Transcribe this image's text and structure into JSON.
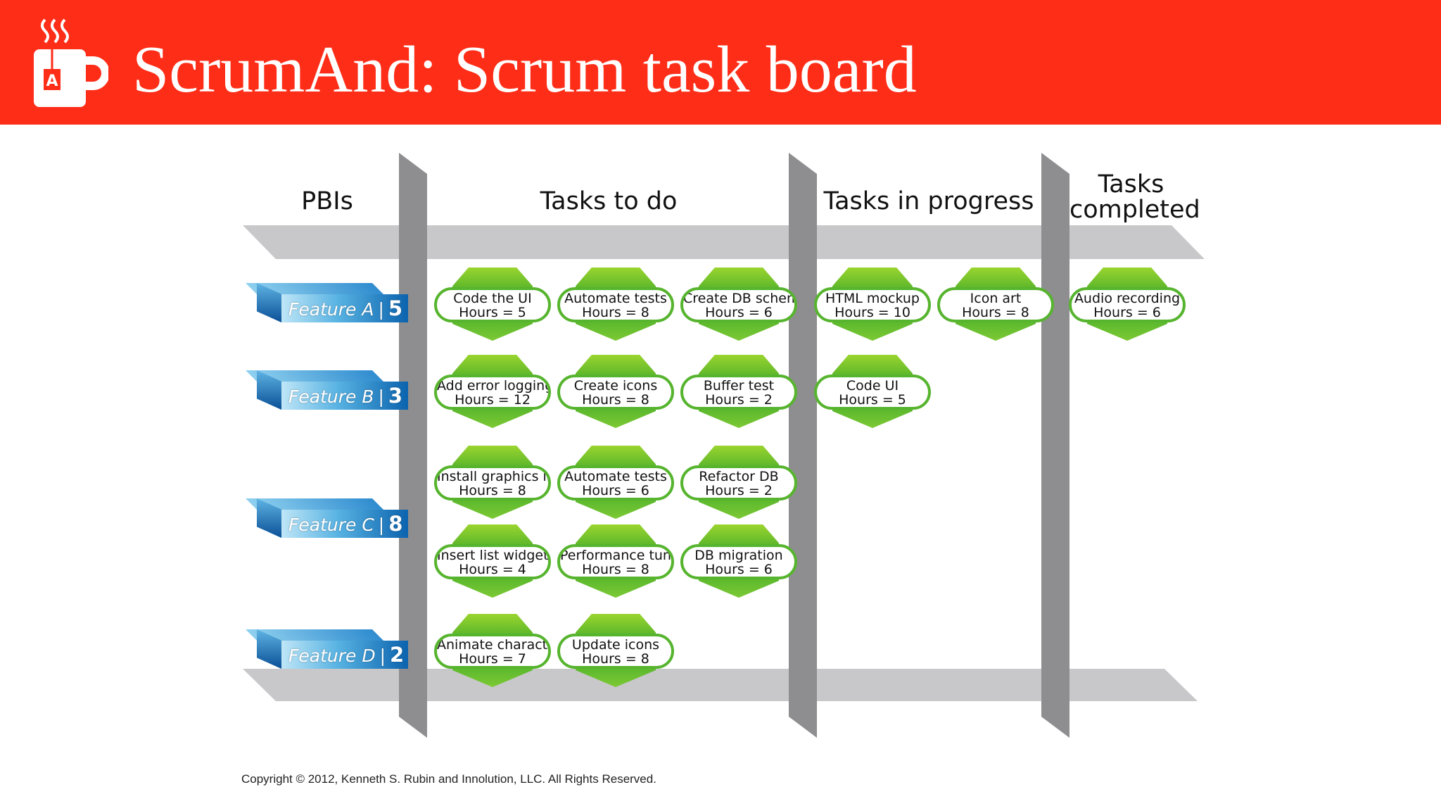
{
  "title": "ScrumAnd: Scrum task board",
  "colors": {
    "header": "#fe2d18",
    "rail": "#c8c8ca",
    "post": "#a4a4a6",
    "task_green": "#56b42e",
    "pbi_blue": "#1a7fc7"
  },
  "columns": [
    "PBIs",
    "Tasks to do",
    "Tasks in progress",
    "Tasks completed"
  ],
  "pbis": [
    {
      "name": "Feature A",
      "points": "5"
    },
    {
      "name": "Feature B",
      "points": "3"
    },
    {
      "name": "Feature C",
      "points": "8"
    },
    {
      "name": "Feature D",
      "points": "2"
    }
  ],
  "tasks": [
    {
      "name": "Code the UI",
      "hours": "Hours = 5",
      "column": "todo",
      "row": 0,
      "slot": 0
    },
    {
      "name": "Automate tests",
      "hours": "Hours = 8",
      "column": "todo",
      "row": 0,
      "slot": 1
    },
    {
      "name": "Create DB schema",
      "hours": "Hours = 6",
      "column": "todo",
      "row": 0,
      "slot": 2
    },
    {
      "name": "HTML mockup",
      "hours": "Hours = 10",
      "column": "inprogress",
      "row": 0,
      "slot": 0
    },
    {
      "name": "Icon art",
      "hours": "Hours = 8",
      "column": "inprogress",
      "row": 0,
      "slot": 1
    },
    {
      "name": "Audio recording",
      "hours": "Hours = 6",
      "column": "completed",
      "row": 0,
      "slot": 0
    },
    {
      "name": "Add error logging",
      "hours": "Hours = 12",
      "column": "todo",
      "row": 1,
      "slot": 0
    },
    {
      "name": "Create icons",
      "hours": "Hours = 8",
      "column": "todo",
      "row": 1,
      "slot": 1
    },
    {
      "name": "Buffer test",
      "hours": "Hours = 2",
      "column": "todo",
      "row": 1,
      "slot": 2
    },
    {
      "name": "Code UI",
      "hours": "Hours = 5",
      "column": "inprogress",
      "row": 1,
      "slot": 0
    },
    {
      "name": "Install graphics lib",
      "hours": "Hours = 8",
      "column": "todo",
      "row": 2,
      "slot": 0
    },
    {
      "name": "Automate tests",
      "hours": "Hours = 6",
      "column": "todo",
      "row": 2,
      "slot": 1
    },
    {
      "name": "Refactor DB",
      "hours": "Hours = 2",
      "column": "todo",
      "row": 2,
      "slot": 2
    },
    {
      "name": "Insert list widget",
      "hours": "Hours = 4",
      "column": "todo",
      "row": 3,
      "slot": 0
    },
    {
      "name": "Performance tuning",
      "hours": "Hours = 8",
      "column": "todo",
      "row": 3,
      "slot": 1
    },
    {
      "name": "DB migration",
      "hours": "Hours = 6",
      "column": "todo",
      "row": 3,
      "slot": 2
    },
    {
      "name": "Animate character",
      "hours": "Hours = 7",
      "column": "todo",
      "row": 4,
      "slot": 0
    },
    {
      "name": "Update icons",
      "hours": "Hours = 8",
      "column": "todo",
      "row": 4,
      "slot": 1
    }
  ],
  "copyright": "Copyright © 2012, Kenneth S. Rubin and Innolution, LLC. All Rights Reserved."
}
